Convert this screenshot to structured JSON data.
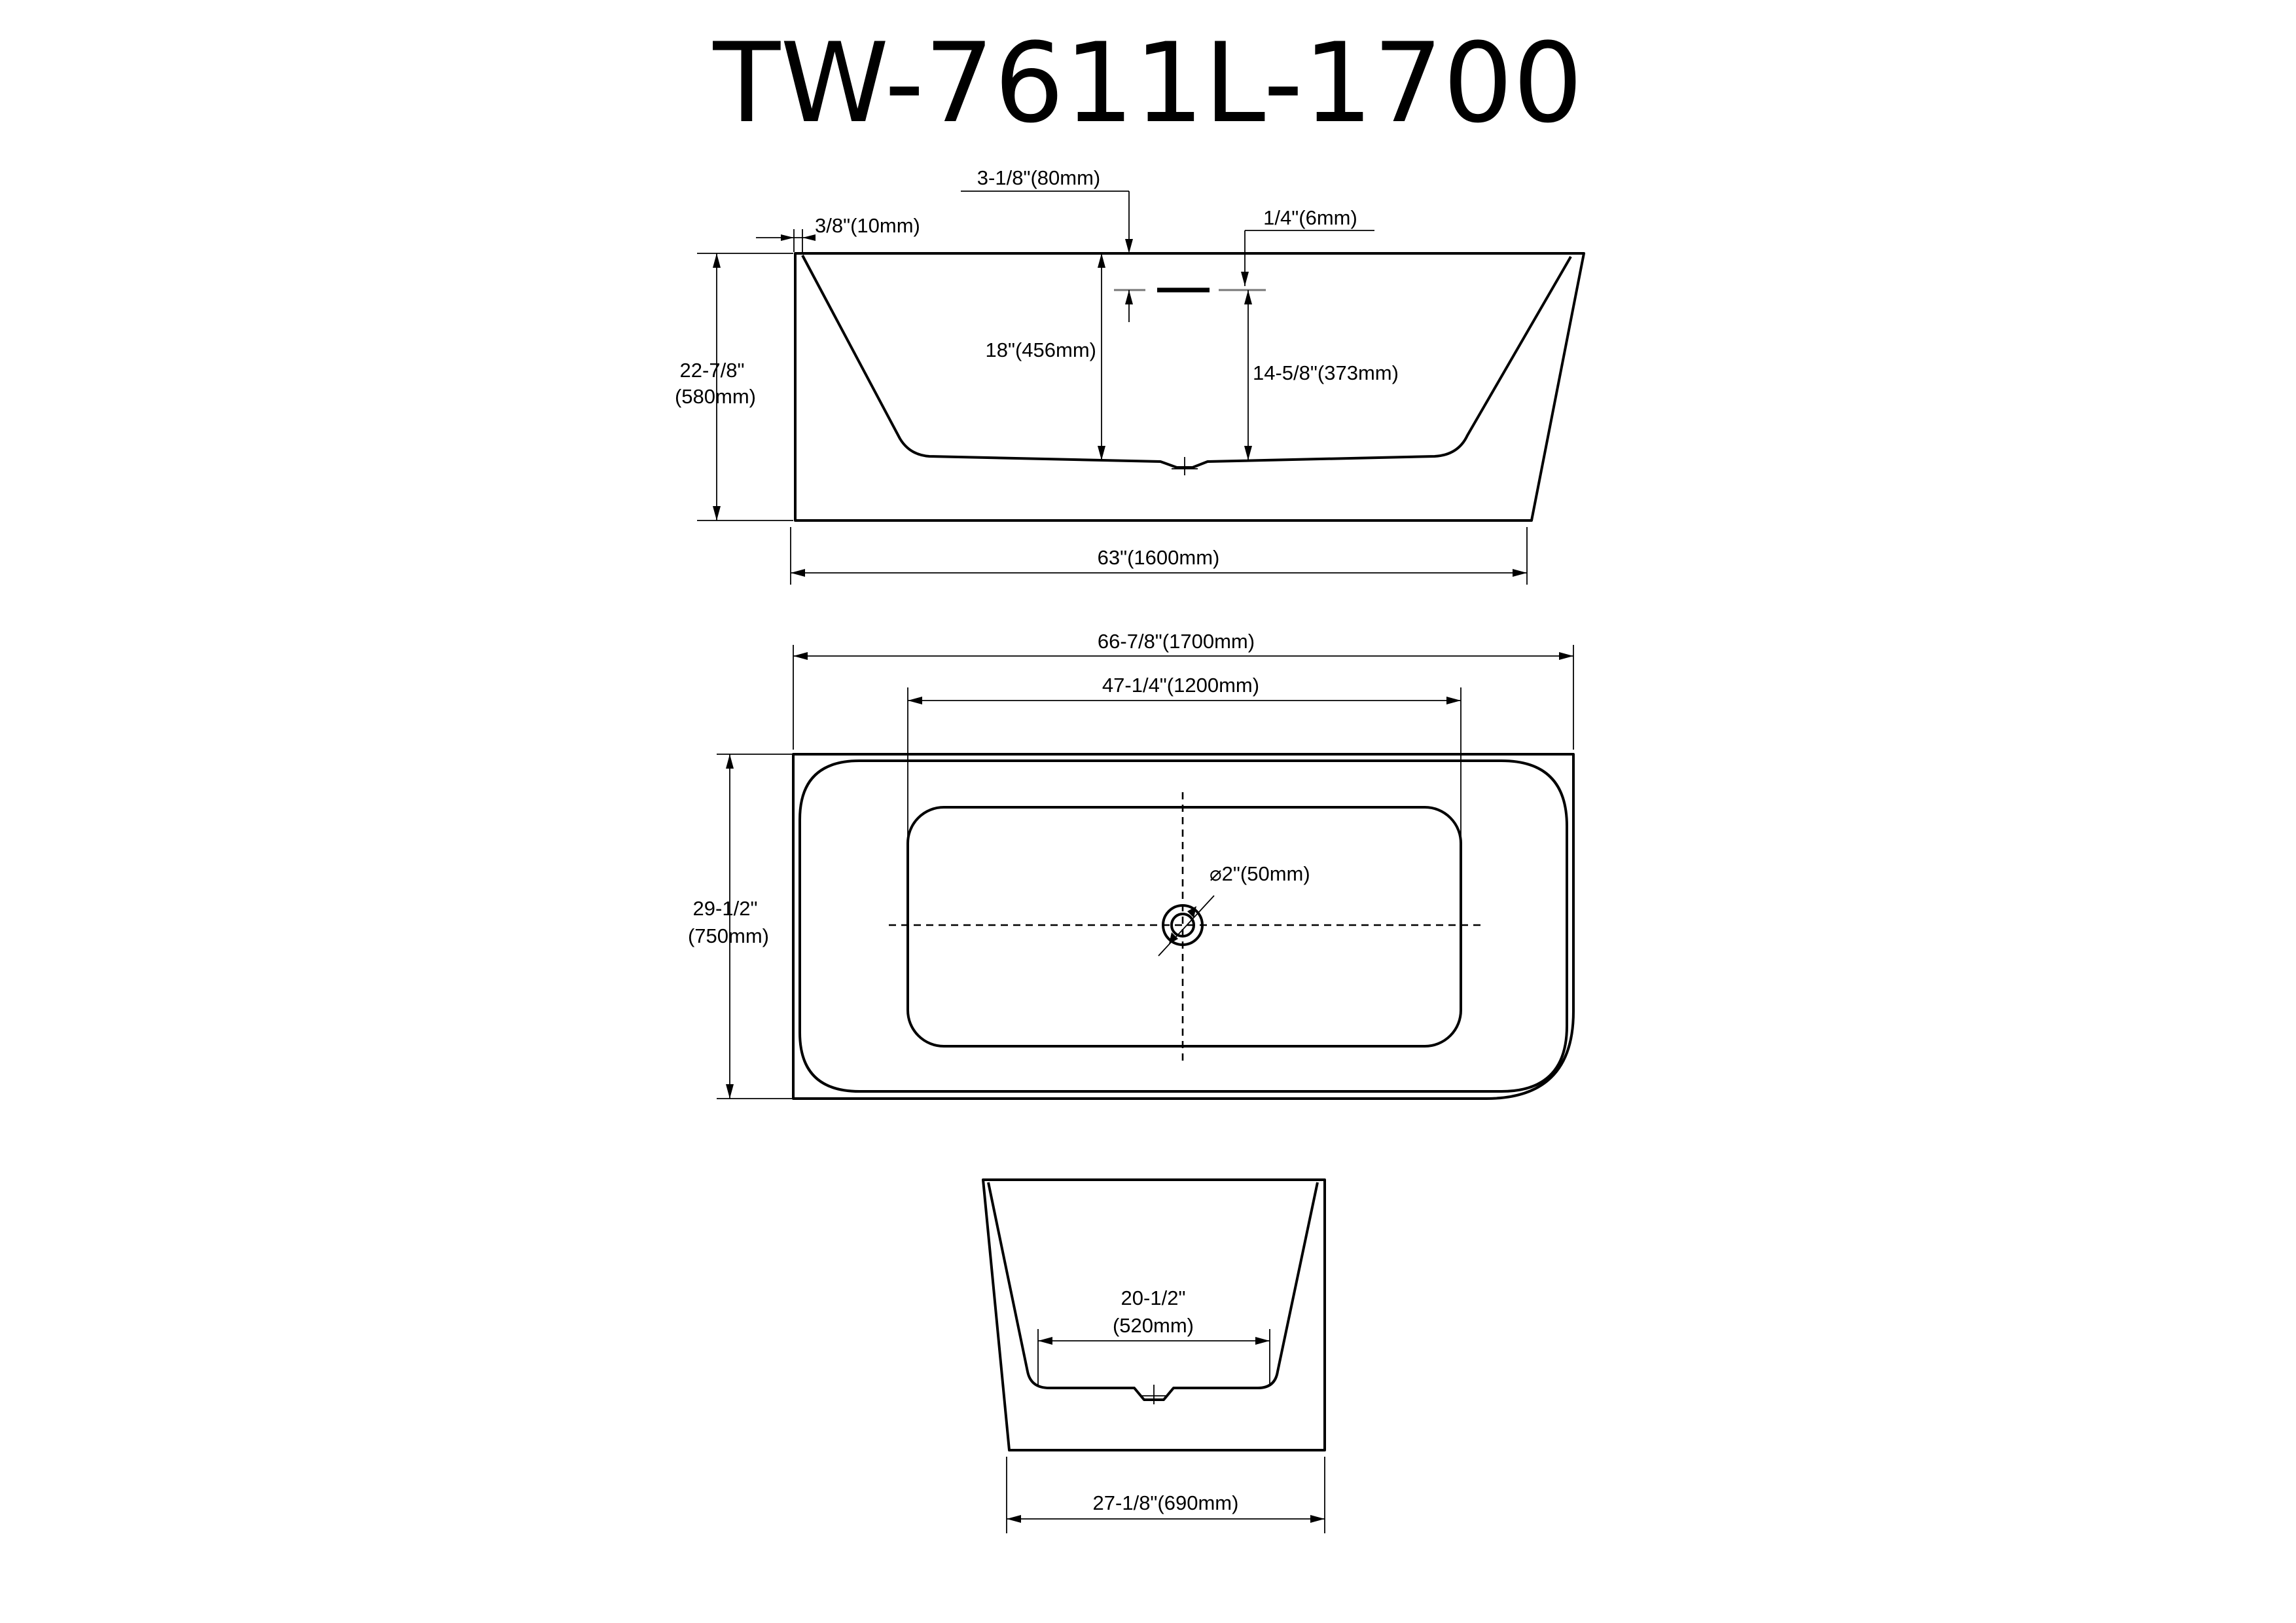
{
  "title": "TW-7611L-1700",
  "side_view": {
    "overflow_offset": "3-1/8\"(80mm)",
    "rim_thickness": "3/8\"(10mm)",
    "overflow_height": "1/4\"(6mm)",
    "interior_depth": "18\"(456mm)",
    "water_depth": "14-5/8\"(373mm)",
    "height_in": "22-7/8\"",
    "height_mm": "(580mm)",
    "base_length": "63\"(1600mm)"
  },
  "top_view": {
    "overall_length": "66-7/8\"(1700mm)",
    "interior_length": "47-1/4\"(1200mm)",
    "drain_diameter": "⌀2\"(50mm)",
    "width_in": "29-1/2\"",
    "width_mm": "(750mm)"
  },
  "end_view": {
    "bottom_width_in": "20-1/2\"",
    "bottom_width_mm": "(520mm)",
    "base_width": "27-1/8\"(690mm)"
  }
}
